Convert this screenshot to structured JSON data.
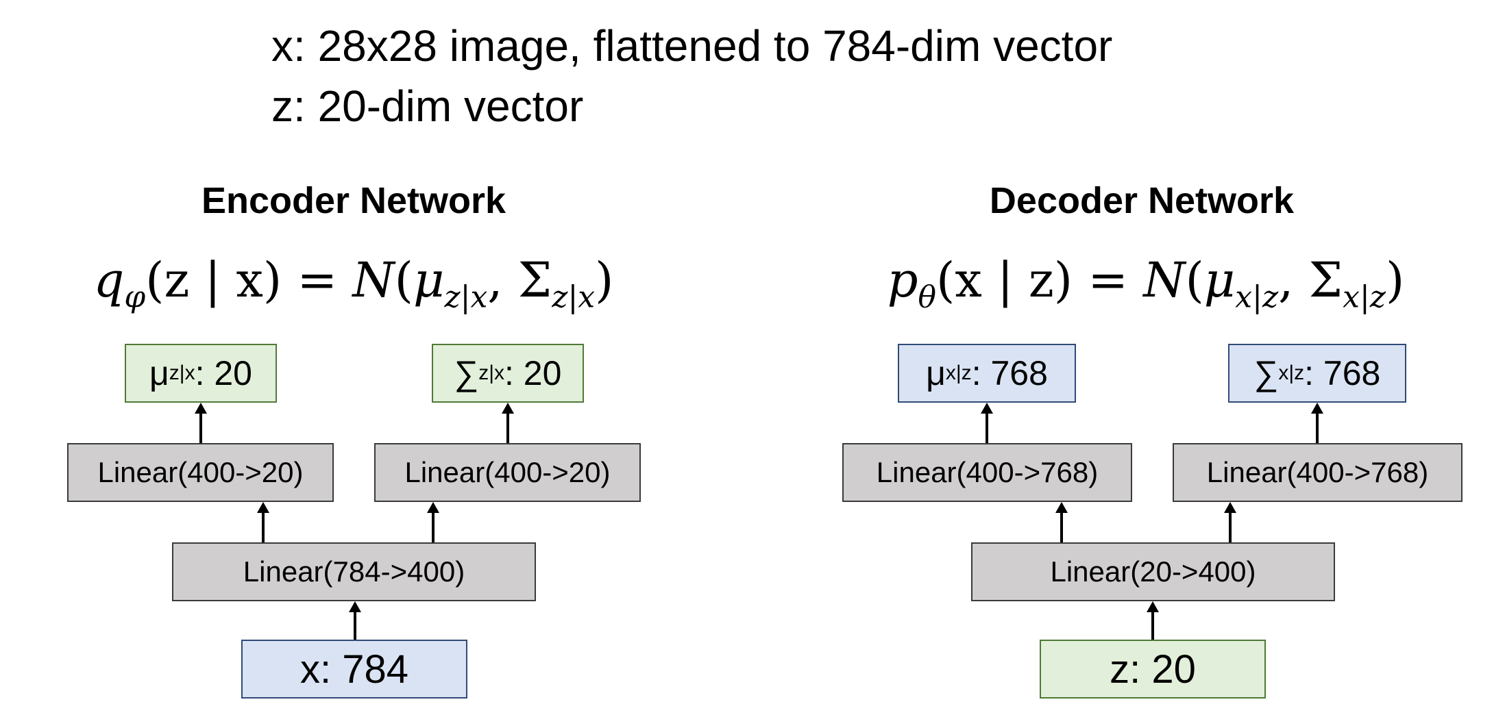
{
  "header": {
    "line1": "x: 28x28 image, flattened to 784-dim vector",
    "line2": "z: 20-dim vector"
  },
  "encoder": {
    "title": "Encoder Network",
    "formula": {
      "fn": "q",
      "fn_sub": "φ",
      "args": "(z | x)",
      "equals": " = ",
      "dist": "N",
      "open": "(",
      "mu": "μ",
      "mu_sub": "z|x",
      "comma": ", ",
      "sigma": "Σ",
      "sigma_sub": "z|x",
      "close": ")"
    },
    "mu_out": {
      "symbol": "μ",
      "sub": "z|x",
      "value": ": 20"
    },
    "sigma_out": {
      "symbol": "∑",
      "sub": "z|x",
      "value": ": 20"
    },
    "linear_left": "Linear(400->20)",
    "linear_right": "Linear(400->20)",
    "linear_base": "Linear(784->400)",
    "input": "x: 784"
  },
  "decoder": {
    "title": "Decoder Network",
    "formula": {
      "fn": "p",
      "fn_sub": "θ",
      "args": "(x | z)",
      "equals": " = ",
      "dist": "N",
      "open": "(",
      "mu": "μ",
      "mu_sub": "x|z",
      "comma": ", ",
      "sigma": "Σ",
      "sigma_sub": "x|z",
      "close": ")"
    },
    "mu_out": {
      "symbol": "μ",
      "sub": "x|z",
      "value": ": 768"
    },
    "sigma_out": {
      "symbol": "∑",
      "sub": "x|z",
      "value": ": 768"
    },
    "linear_left": "Linear(400->768)",
    "linear_right": "Linear(400->768)",
    "linear_base": "Linear(20->400)",
    "input": "z: 20"
  },
  "colors": {
    "gray_fill": "#d0cece",
    "green_fill": "#e2efda",
    "blue_fill": "#dae3f3"
  }
}
